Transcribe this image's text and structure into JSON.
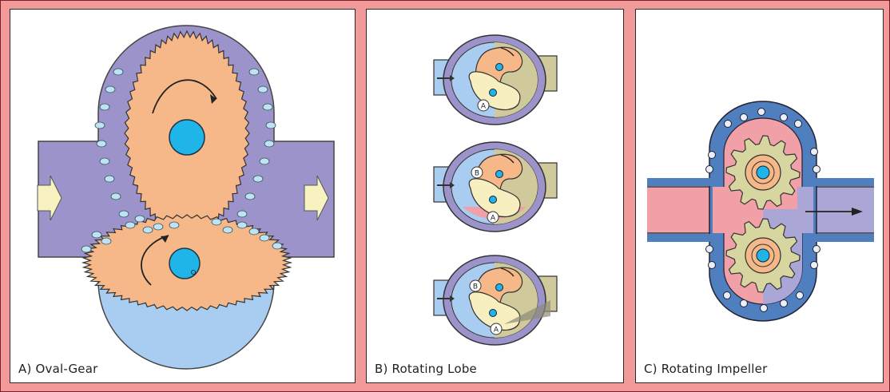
{
  "panels": [
    {
      "id": "a",
      "caption": "A) Oval-Gear"
    },
    {
      "id": "b",
      "caption": "B) Rotating Lobe",
      "chamber_labels": [
        "A",
        "B",
        "A",
        "B",
        "A"
      ]
    },
    {
      "id": "c",
      "caption": "C) Rotating Impeller"
    }
  ],
  "colors": {
    "frame": "#f29a9a",
    "casing": "#9b93c9",
    "gear": "#f6b889",
    "hub": "#1fb5e8",
    "inlet_blue": "#a9cdf0",
    "lobe_cream": "#f7efbf",
    "khaki": "#cfc99b",
    "pink_fluid": "#f0a0a6",
    "outlet_purple": "#aaa6d6",
    "impeller_casing": "#4f7fbf",
    "impeller": "#d8d6a0"
  }
}
